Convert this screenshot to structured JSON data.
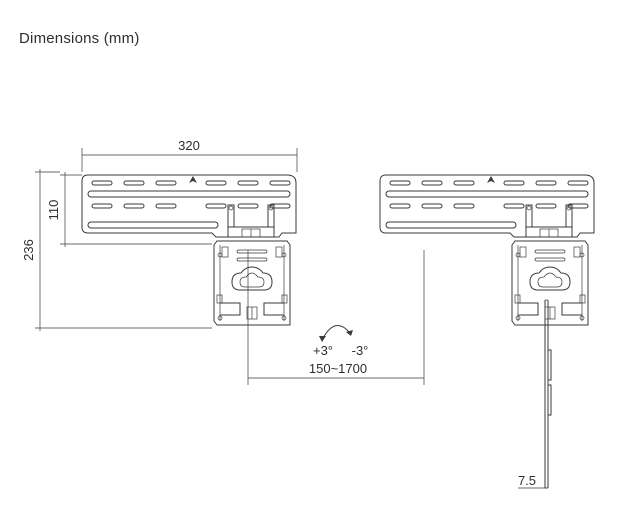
{
  "title": "Dimensions (mm)",
  "dimensions": {
    "width": "320",
    "height_upper": "110",
    "height_total": "236",
    "spacing": "150~1700",
    "tilt_plus": "+3°",
    "tilt_minus": "-3°",
    "depth": "7.5"
  },
  "colors": {
    "line": "#3a3a3a",
    "text": "#2e2e2e",
    "background": "#ffffff"
  }
}
